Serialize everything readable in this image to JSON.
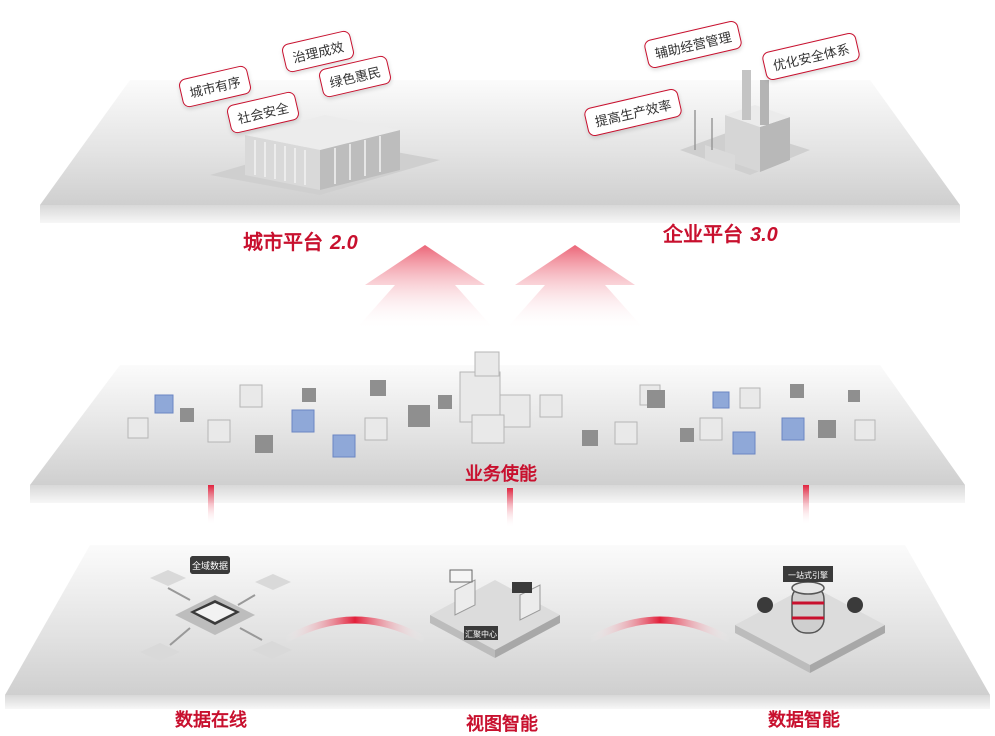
{
  "top": {
    "city_platform": {
      "name": "城市平台",
      "version": "2.0",
      "tags": [
        "城市有序",
        "治理成效",
        "社会安全",
        "绿色惠民"
      ]
    },
    "enterprise_platform": {
      "name": "企业平台",
      "version": "3.0",
      "tags": [
        "辅助经营管理",
        "优化安全体系",
        "提高生产效率"
      ]
    }
  },
  "middle": {
    "label": "业务使能"
  },
  "bottom": {
    "items": [
      {
        "label": "数据在线",
        "badge": "全域数据"
      },
      {
        "label": "视图智能",
        "badge": "汇聚中心"
      },
      {
        "label": "数据智能",
        "badge": "一站式引擎"
      }
    ]
  },
  "colors": {
    "accent": "#c8102e",
    "platform": "#e6e6e6",
    "cube": "#8f8f8f",
    "cube_blue": "#8fa8d8"
  }
}
